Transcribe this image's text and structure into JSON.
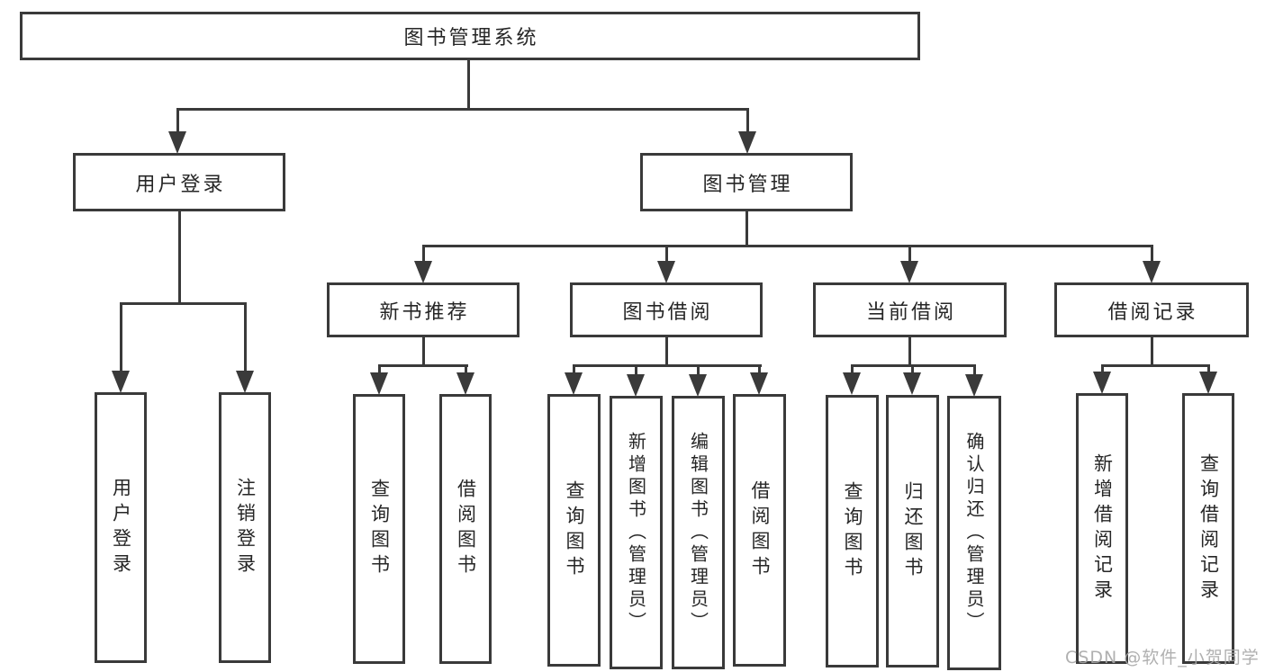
{
  "tree": {
    "root": {
      "label": "图书管理系统"
    },
    "level2": [
      {
        "label": "用户登录"
      },
      {
        "label": "图书管理"
      }
    ],
    "level3": [
      {
        "label": "新书推荐"
      },
      {
        "label": "图书借阅"
      },
      {
        "label": "当前借阅"
      },
      {
        "label": "借阅记录"
      }
    ],
    "leaves": [
      {
        "label": "用户登录",
        "parent": "用户登录"
      },
      {
        "label": "注销登录",
        "parent": "用户登录"
      },
      {
        "label": "查询图书",
        "parent": "新书推荐"
      },
      {
        "label": "借阅图书",
        "parent": "新书推荐"
      },
      {
        "label": "查询图书",
        "parent": "图书借阅"
      },
      {
        "label": "新增图书（管理员）",
        "parent": "图书借阅"
      },
      {
        "label": "编辑图书（管理员）",
        "parent": "图书借阅"
      },
      {
        "label": "借阅图书",
        "parent": "图书借阅"
      },
      {
        "label": "查询图书",
        "parent": "当前借阅"
      },
      {
        "label": "归还图书",
        "parent": "当前借阅"
      },
      {
        "label": "确认归还（管理员）",
        "parent": "当前借阅"
      },
      {
        "label": "新增借阅记录",
        "parent": "借阅记录"
      },
      {
        "label": "查询借阅记录",
        "parent": "借阅记录"
      }
    ]
  },
  "watermark": "CSDN @软件_小贺同学",
  "colors": {
    "line": "#3a3a3a",
    "text": "#262626",
    "background": "#ffffff",
    "watermark": "#a8a8a8"
  }
}
